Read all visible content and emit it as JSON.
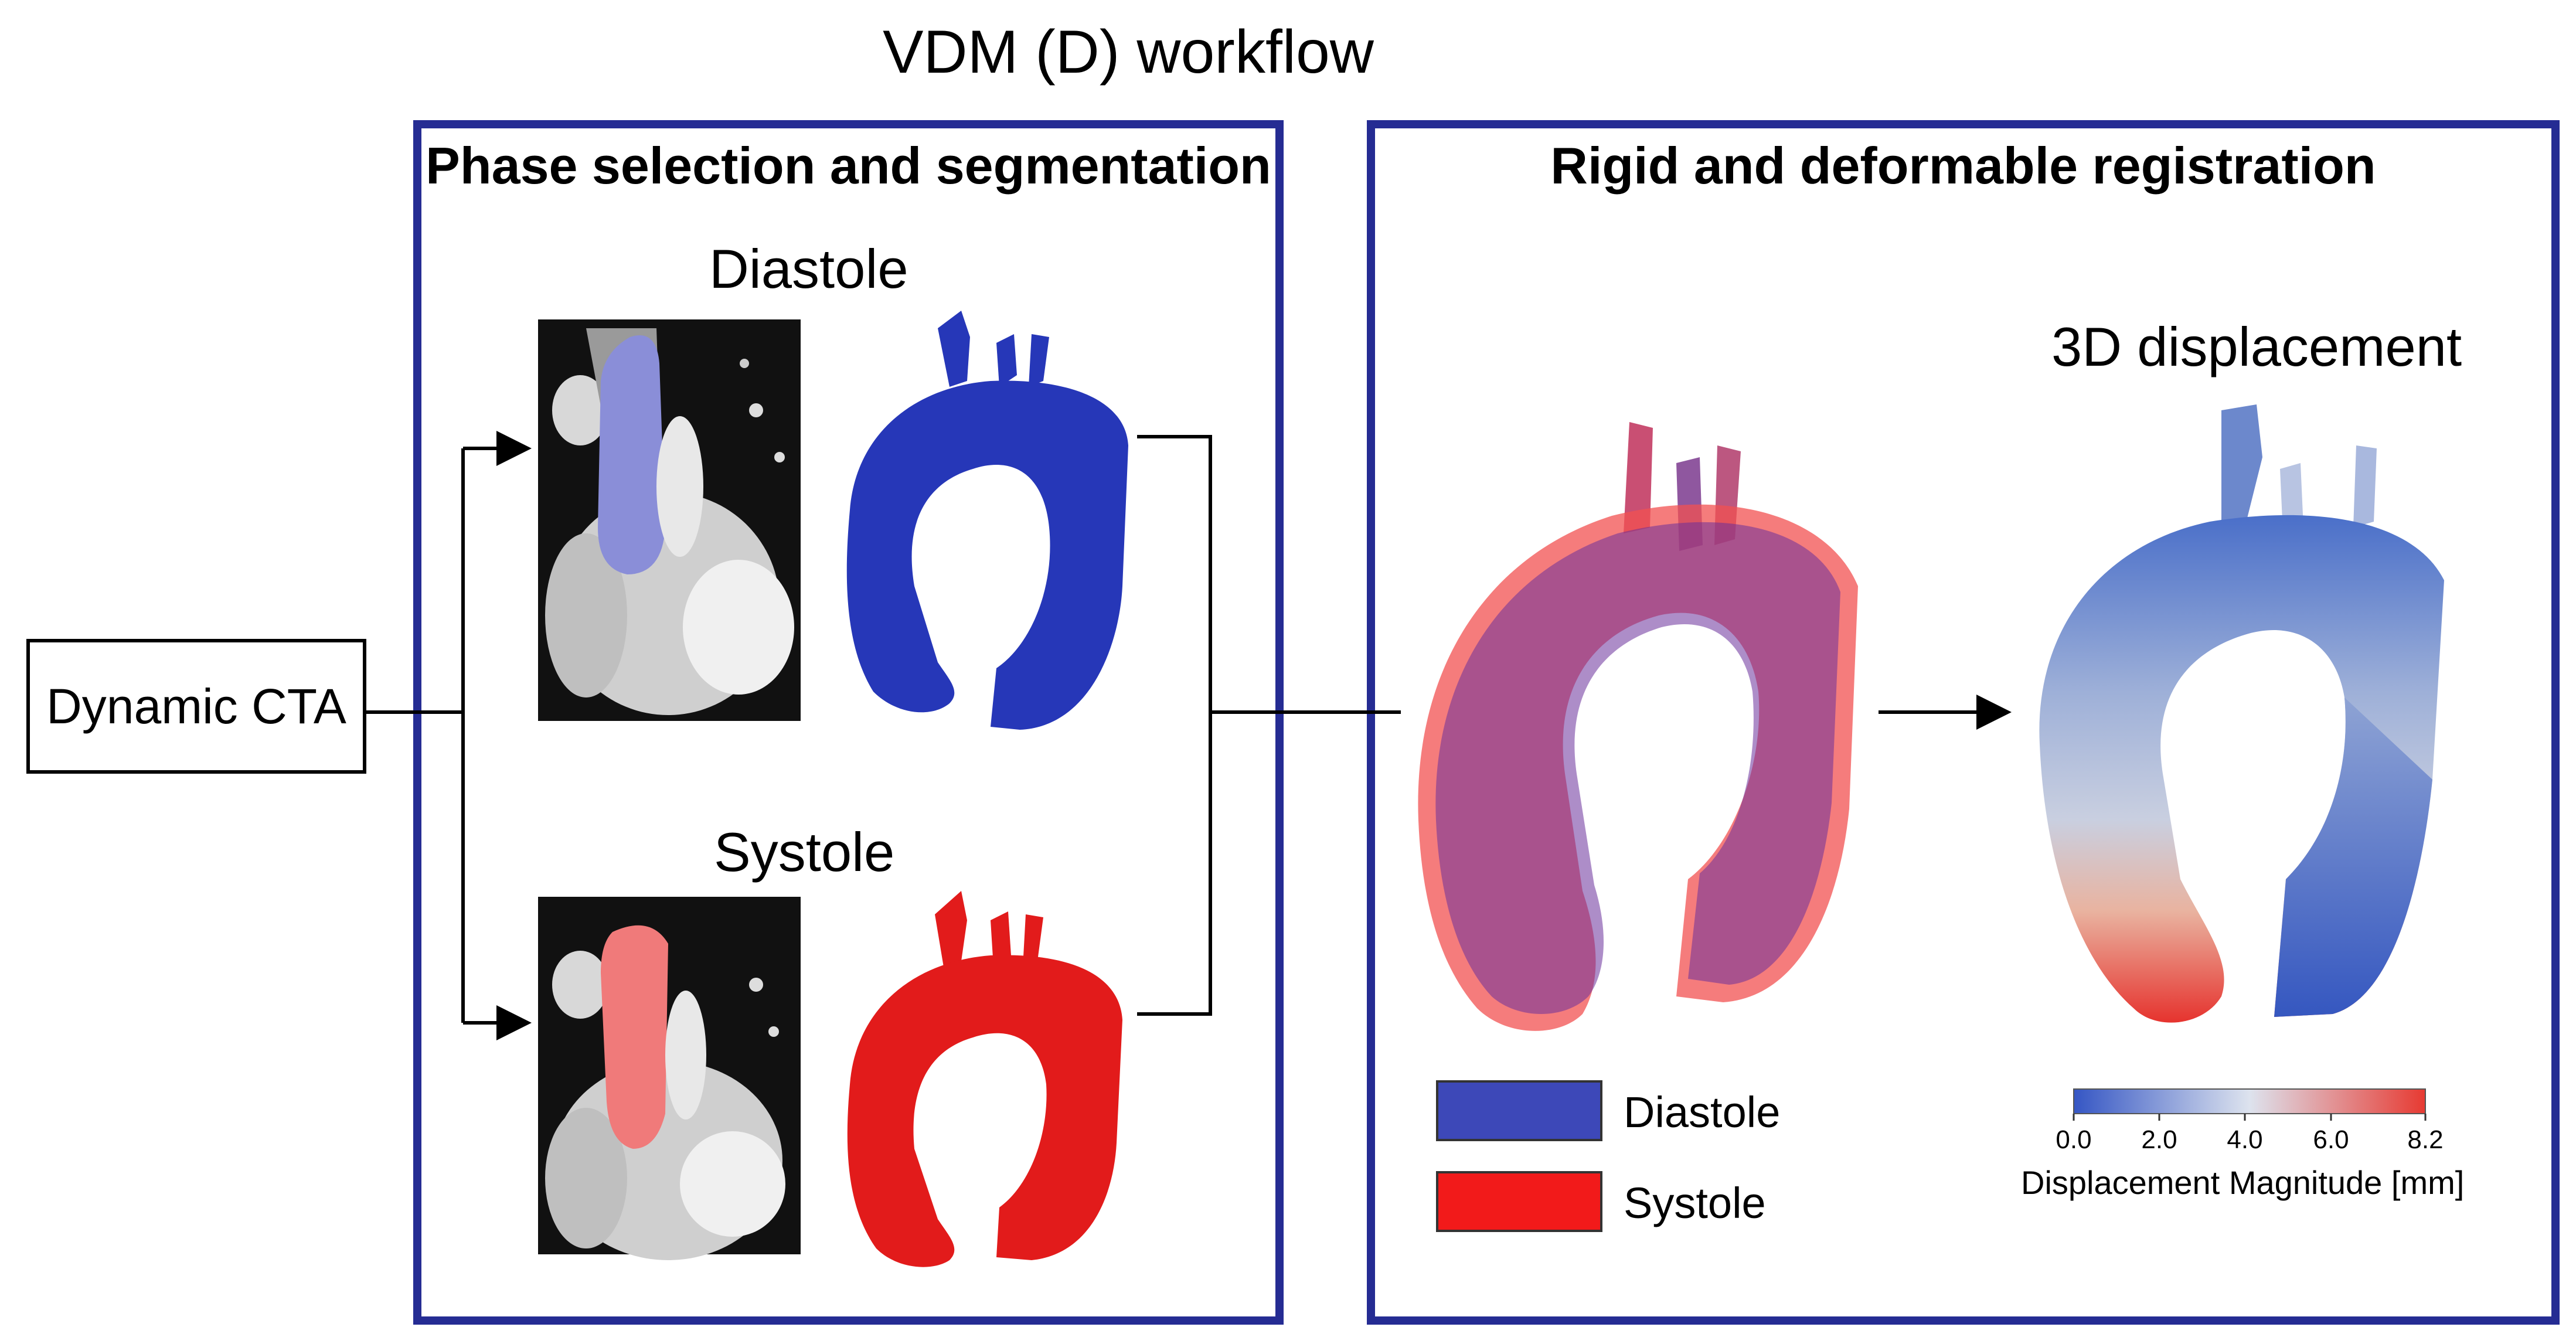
{
  "title": "VDM (D) workflow",
  "input_box": {
    "label": "Dynamic CTA"
  },
  "panel_left": {
    "title": "Phase selection and segmentation",
    "diastole_label": "Diastole",
    "systole_label": "Systole"
  },
  "panel_right": {
    "title": "Rigid and deformable registration",
    "result_label": "3D displacement",
    "legend": [
      {
        "label": "Diastole",
        "color": "#3d48b8"
      },
      {
        "label": "Systole",
        "color": "#f21a1a"
      }
    ],
    "colorbar": {
      "ticks": [
        "0.0",
        "2.0",
        "4.0",
        "6.0",
        "8.2"
      ],
      "label": "Displacement Magnitude [mm]",
      "range": [
        0.0,
        8.2
      ],
      "colors": [
        "#3556c4",
        "#dde3ee",
        "#e73a32"
      ]
    }
  },
  "colors": {
    "panel_border": "#252c93",
    "diastole_mesh": "#2637b8",
    "systole_mesh": "#e21b1b"
  }
}
